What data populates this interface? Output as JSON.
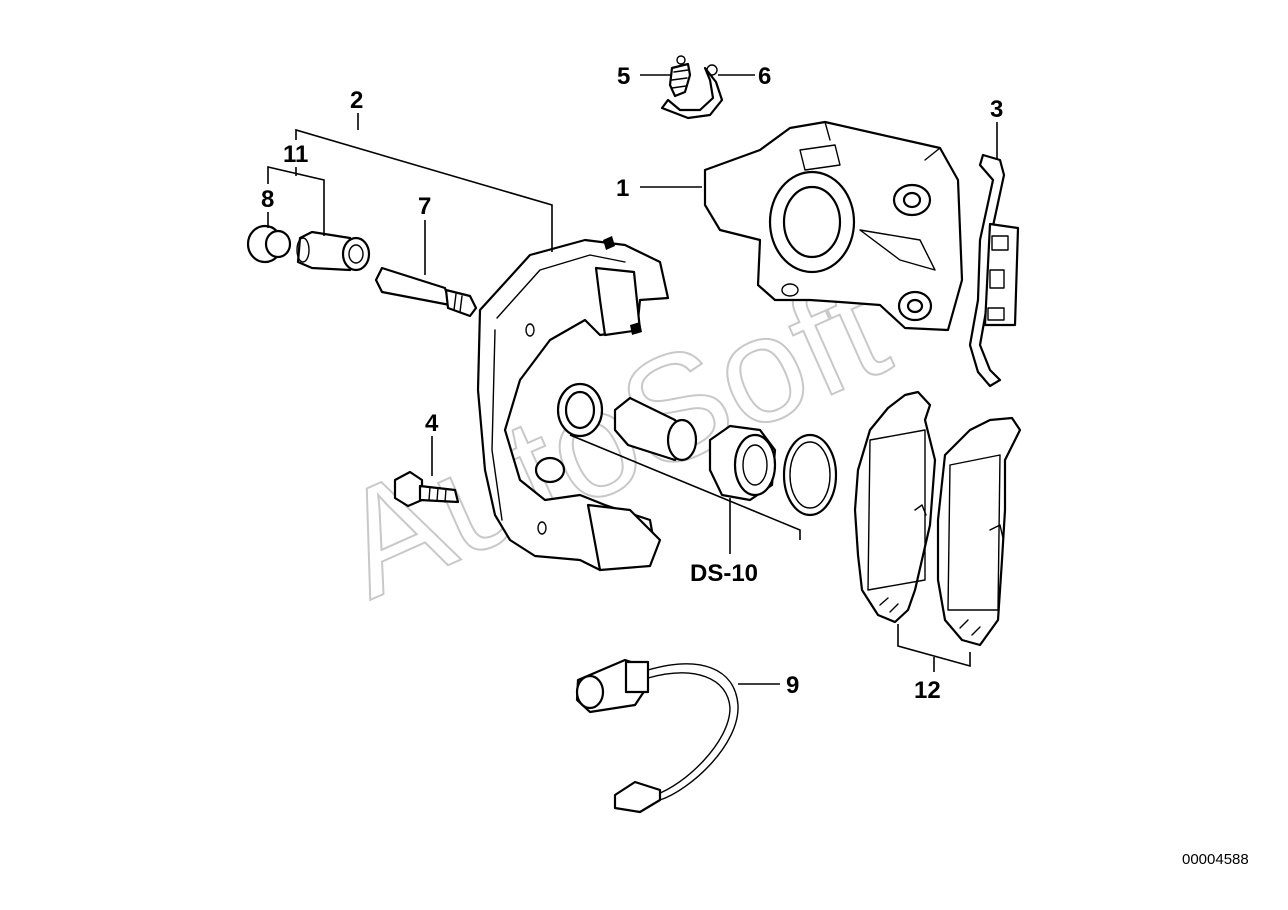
{
  "callouts": {
    "c1": "1",
    "c2": "2",
    "c3": "3",
    "c4": "4",
    "c5": "5",
    "c6": "6",
    "c7": "7",
    "c8": "8",
    "c9": "9",
    "c11": "11",
    "c12": "12",
    "ds10": "DS-10"
  },
  "watermark": "AutoSoft",
  "diagram_number": "00004588"
}
